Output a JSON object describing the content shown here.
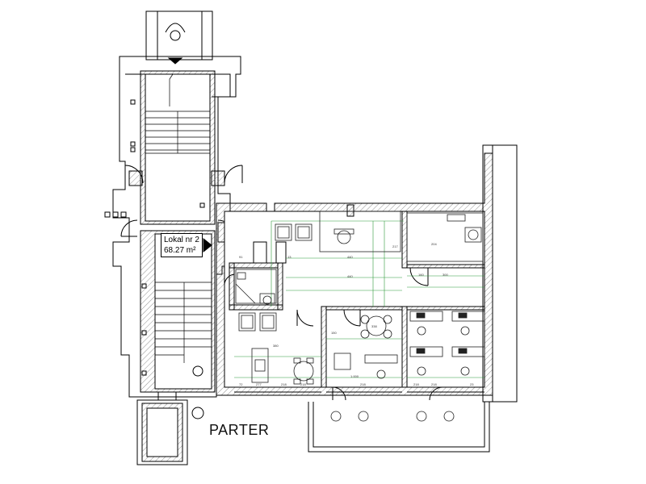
{
  "room": {
    "name": "Lokal nr 2",
    "area": "68.27 m²"
  },
  "floor_title": "PARTER",
  "dimensions": [
    "277",
    "218",
    "218",
    "218",
    "1.000",
    "440",
    "440",
    "217",
    "204",
    "160",
    "300",
    "380",
    "338",
    "91",
    "13",
    "72",
    "218",
    "218",
    "150",
    "23"
  ],
  "colors": {
    "wall": "#000000",
    "hatch": "#555555",
    "grid": "#2f9a3a",
    "furniture": "#222222"
  }
}
